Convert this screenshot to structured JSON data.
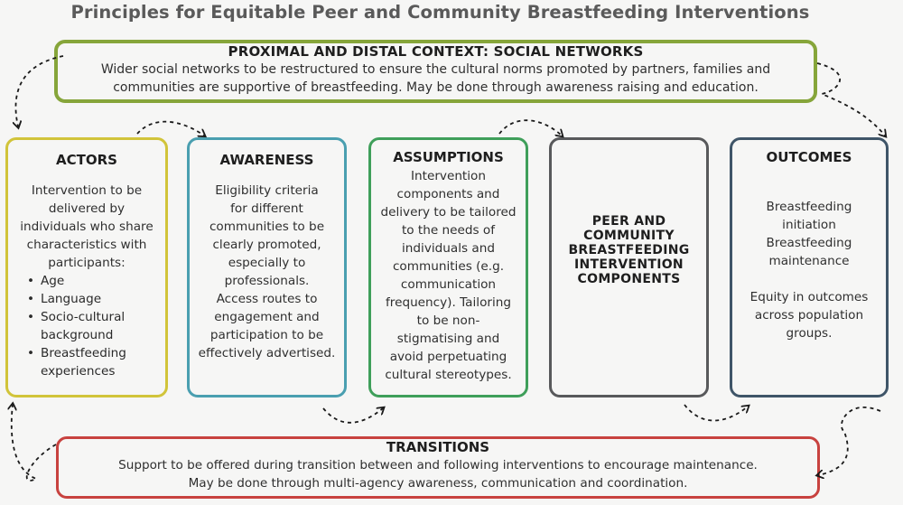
{
  "title": "Principles for Equitable Peer and Community Breastfeeding Interventions",
  "context": {
    "heading": "PROXIMAL AND DISTAL CONTEXT: SOCIAL NETWORKS",
    "line1": "Wider social networks to be restructured to ensure the cultural norms promoted by partners, families and",
    "line2": "communities are supportive of breastfeeding. May be done through awareness raising and education."
  },
  "actors": {
    "heading": "ACTORS",
    "intro": [
      "Intervention to be",
      "delivered by",
      "individuals who share",
      "characteristics with",
      "participants:"
    ],
    "items": [
      "Age",
      "Language",
      "Socio-cultural",
      "background",
      "Breastfeeding",
      "experiences"
    ]
  },
  "awareness": {
    "heading": "AWARENESS",
    "lines": [
      "Eligibility criteria",
      "for different",
      "communities to be",
      "clearly promoted,",
      "especially to",
      "professionals.",
      "Access routes to",
      "engagement and",
      "participation to be",
      "effectively advertised."
    ]
  },
  "assumptions": {
    "heading": "ASSUMPTIONS",
    "lines": [
      "Intervention",
      "components and",
      "delivery to be tailored",
      "to the needs of",
      "individuals and",
      "communities (e.g.",
      "communication",
      "frequency). Tailoring",
      "to be non-",
      "stigmatising and",
      "avoid perpetuating",
      "cultural stereotypes."
    ]
  },
  "peer": {
    "lines": [
      "PEER AND",
      "COMMUNITY",
      "BREASTFEEDING",
      "INTERVENTION",
      "COMPONENTS"
    ]
  },
  "outcomes": {
    "heading": "OUTCOMES",
    "lines_a": [
      "Breastfeeding",
      "initiation",
      "Breastfeeding",
      "maintenance"
    ],
    "lines_b": [
      "Equity in outcomes",
      "across population",
      "groups."
    ]
  },
  "transitions": {
    "heading": "TRANSITIONS",
    "line1": "Support to be offered during transition between and following interventions to encourage maintenance.",
    "line2": "May be done through multi-agency awareness, communication and coordination."
  },
  "colors": {
    "context": "#86a53a",
    "actors": "#d1c43a",
    "awareness": "#4a9fb0",
    "assumptions": "#3f9f5a",
    "peer": "#58595b",
    "outcomes": "#3f5568",
    "transitions": "#c8423f",
    "arrows": "#1a1a1a"
  }
}
